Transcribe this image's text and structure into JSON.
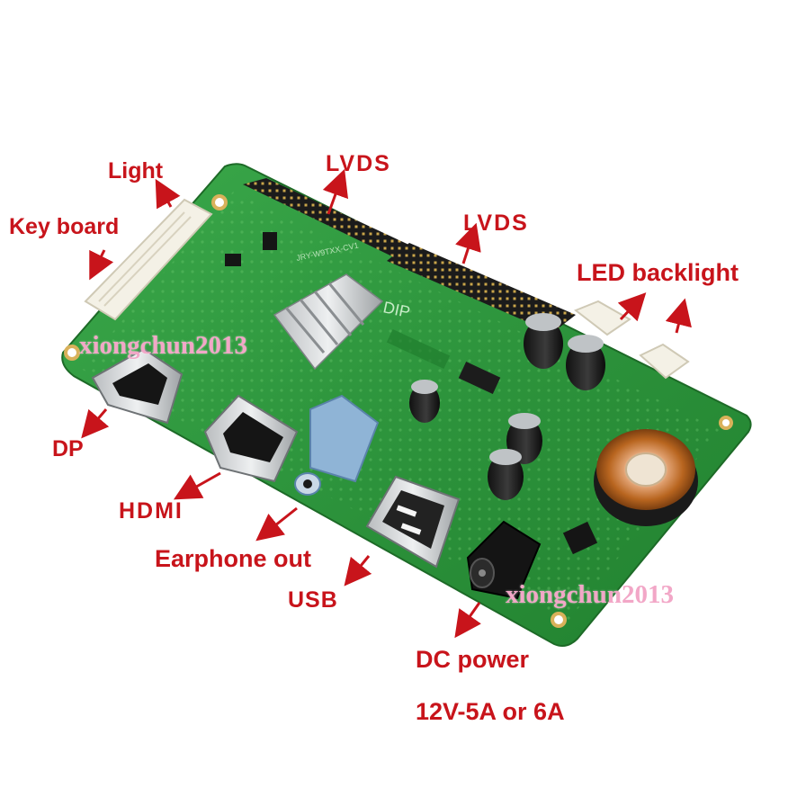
{
  "labels": {
    "light": "Light",
    "keyboard": "Key board",
    "lvds_1": "LVDS",
    "lvds_2": "LVDS",
    "led_backlight": "LED backlight",
    "dp": "DP",
    "hdmi": "HDMI",
    "earphone_out": "Earphone out",
    "usb": "USB",
    "dc_power": "DC power",
    "dc_spec": "12V-5A or 6A"
  },
  "board_text": {
    "silk_model": "JRY-W9TXX-CV1",
    "silk_dip": "DIP"
  },
  "watermarks": [
    "xiongchun2013",
    "xiongchun2013"
  ],
  "colors": {
    "background": "#ffffff",
    "pcb_green": "#2e9a3c",
    "label_red": "#c8141b",
    "watermark_pink": "#f2a7c7",
    "audio_jack_blue": "#8fb4d6"
  }
}
